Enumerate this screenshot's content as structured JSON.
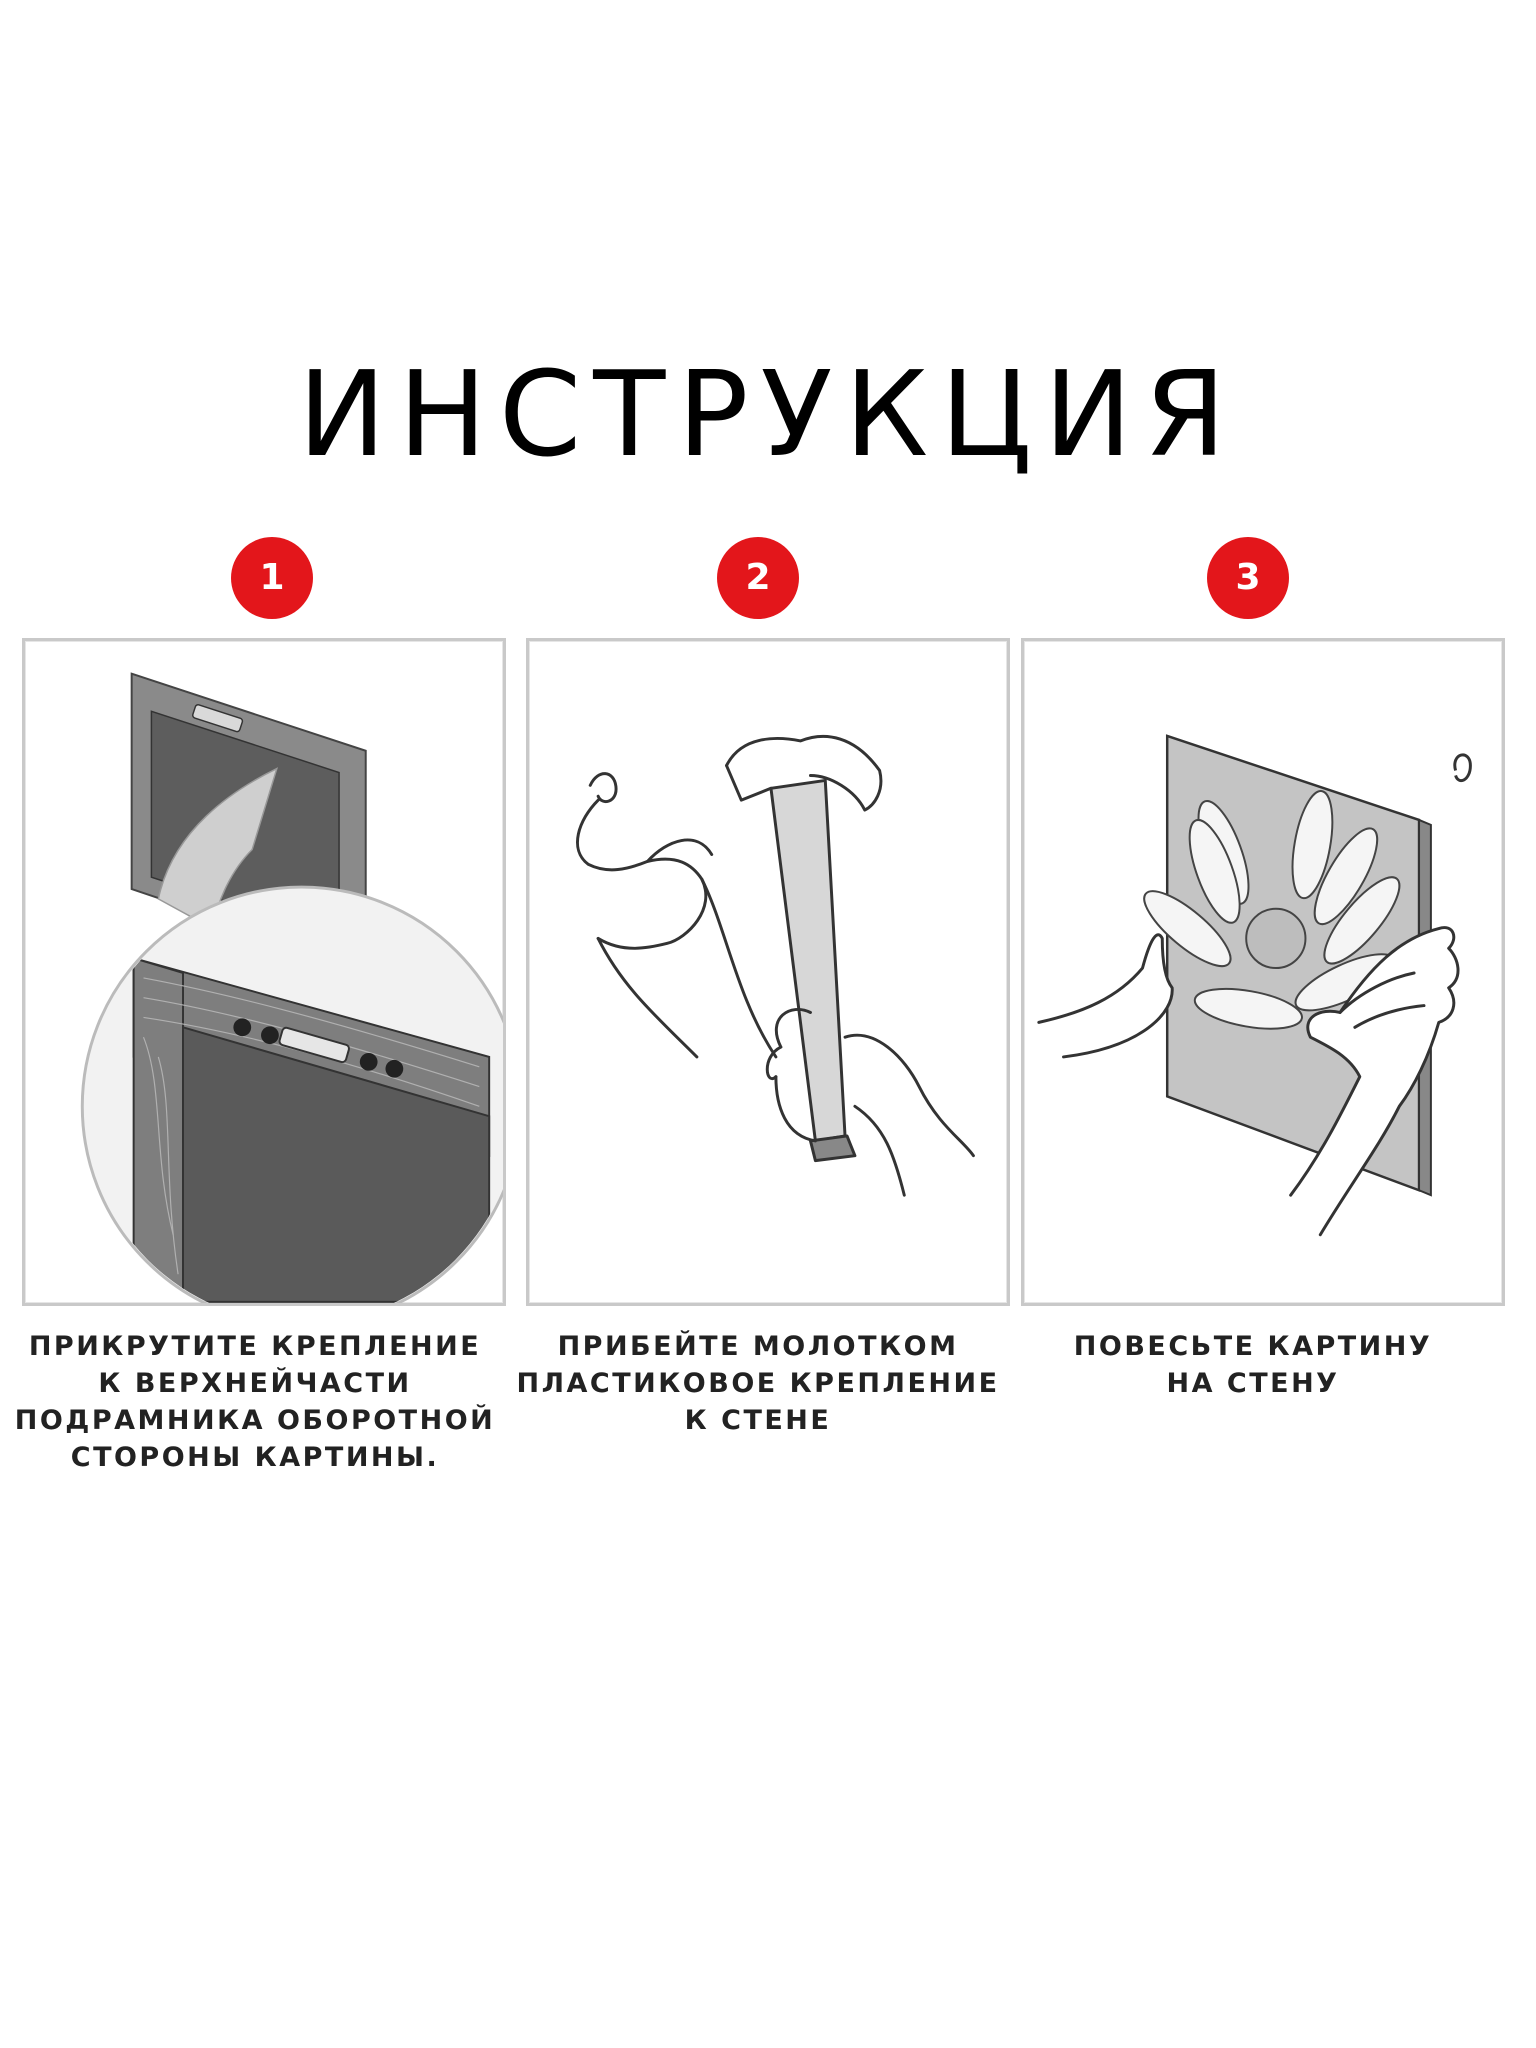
{
  "title": "ИНСТРУКЦИЯ",
  "accent_color": "#e3161b",
  "steps": [
    {
      "number": "1",
      "illustration_icon": "picture-frame-back-hanger-icon",
      "caption_lines": [
        "ПРИКРУТИТЕ КРЕПЛЕНИЕ",
        "К ВЕРХНЕЙЧАСТИ",
        "ПОДРАМНИКА ОБОРОТНОЙ",
        "СТОРОНЫ КАРТИНЫ."
      ]
    },
    {
      "number": "2",
      "illustration_icon": "hammer-nail-hook-icon",
      "caption_lines": [
        "ПРИБЕЙТЕ МОЛОТКОМ",
        "ПЛАСТИКОВОЕ КРЕПЛЕНИЕ",
        "К СТЕНЕ"
      ]
    },
    {
      "number": "3",
      "illustration_icon": "hang-picture-on-wall-icon",
      "caption_lines": [
        "ПОВЕСЬТЕ КАРТИНУ",
        "НА СТЕНУ"
      ]
    }
  ]
}
